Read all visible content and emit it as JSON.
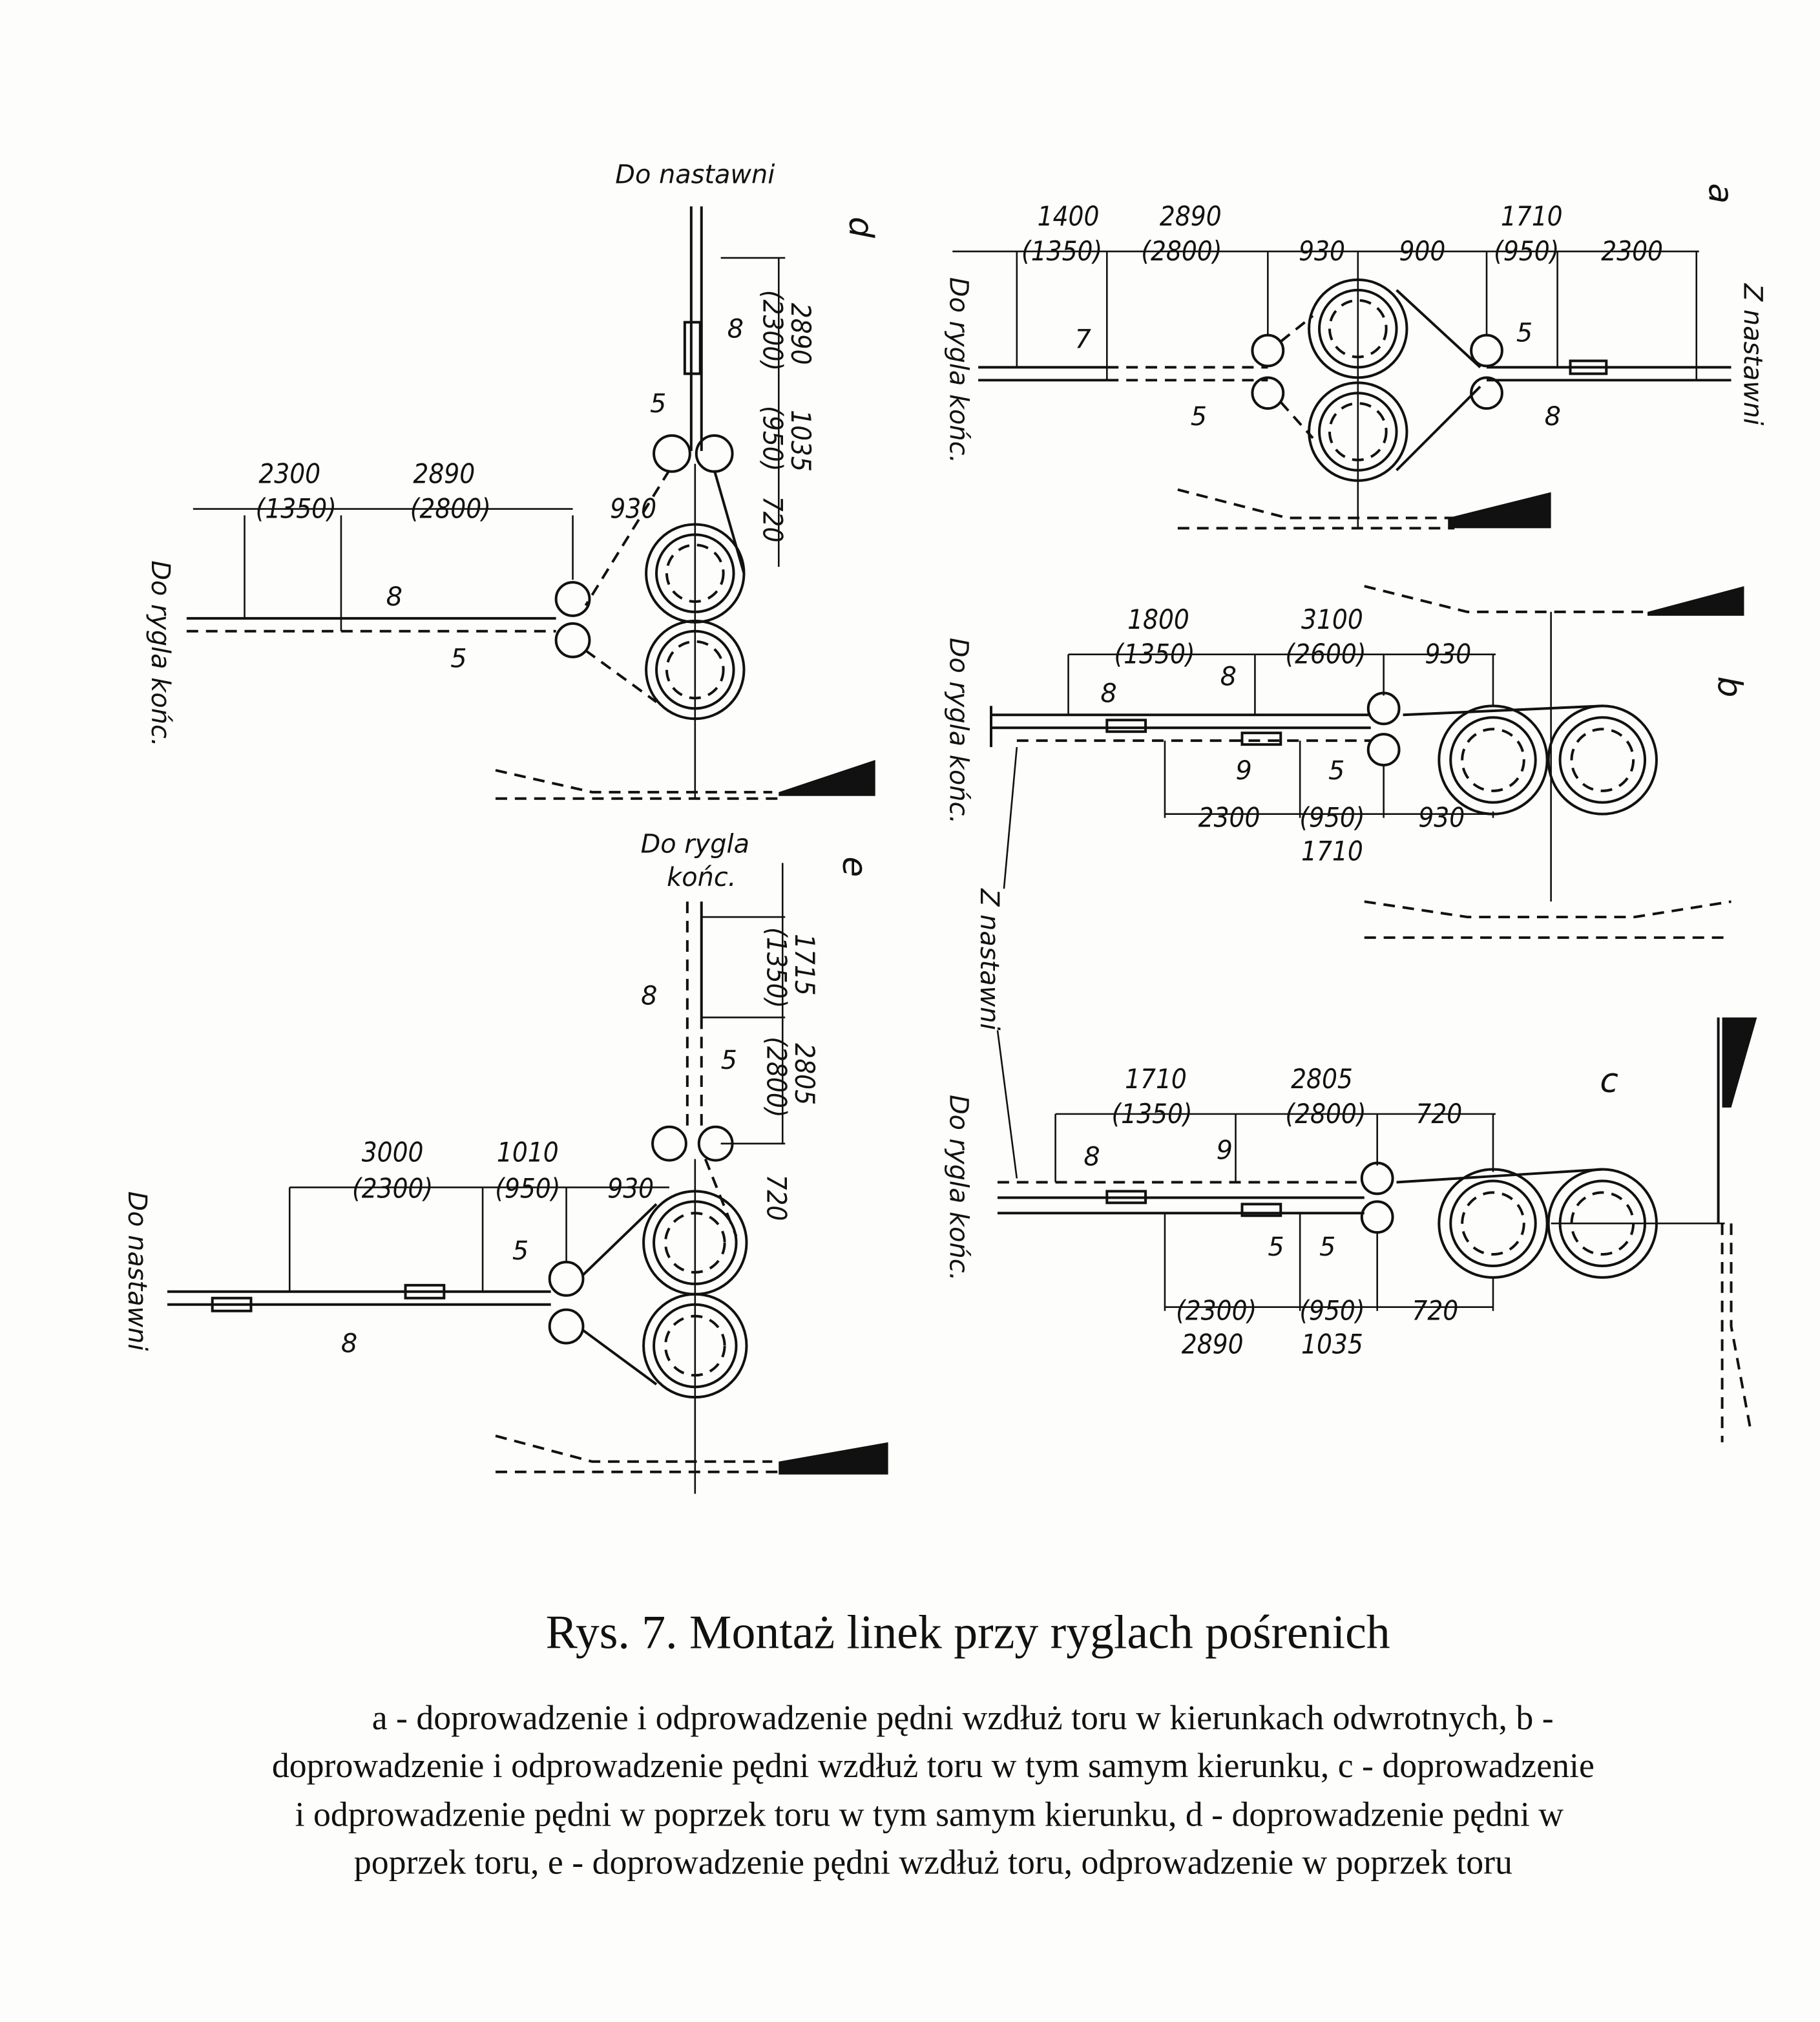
{
  "panels": {
    "d": {
      "letter": "d",
      "top_label": "Do nastawni",
      "side_label": "Do rygla końc.",
      "dims_vertical": [
        "2890",
        "(2300)",
        "1035",
        "(950)",
        "720"
      ],
      "dims_horizontal": [
        "2300",
        "(1350)",
        "2890",
        "(2800)",
        "930"
      ],
      "part_numbers": [
        "8",
        "5",
        "8",
        "5"
      ]
    },
    "a": {
      "letter": "a",
      "left_label": "Do rygla końc.",
      "right_label": "Z nastawni",
      "dims": [
        "1400",
        "(1350)",
        "2890",
        "(2800)",
        "930",
        "900",
        "1710",
        "(950)",
        "2300"
      ],
      "part_numbers": [
        "7",
        "5",
        "5",
        "8"
      ]
    },
    "b": {
      "letter": "b",
      "left_label": "Do rygla końc.",
      "dims_top": [
        "1800",
        "(1350)",
        "3100",
        "(2600)",
        "930"
      ],
      "dims_bottom": [
        "2300",
        "(950)",
        "1710",
        "930"
      ],
      "part_numbers": [
        "8",
        "8",
        "9",
        "5"
      ]
    },
    "middle_label": "Z nastawni",
    "c": {
      "letter": "c",
      "left_label": "Do rygla końc.",
      "dims_top": [
        "1710",
        "(1350)",
        "2805",
        "(2800)",
        "720"
      ],
      "dims_bottom": [
        "(2300)",
        "2890",
        "(950)",
        "1035",
        "720"
      ],
      "part_numbers": [
        "8",
        "9",
        "5",
        "5"
      ]
    },
    "e": {
      "letter": "e",
      "top_label_1": "Do rygla",
      "top_label_2": "końc.",
      "side_label": "Do nastawni",
      "dims_vertical": [
        "1715",
        "(1350)",
        "2805",
        "(2800)",
        "720"
      ],
      "dims_horizontal": [
        "3000",
        "(2300)",
        "1010",
        "(950)",
        "930"
      ],
      "part_numbers": [
        "8",
        "5",
        "5",
        "8"
      ]
    }
  },
  "caption": {
    "title": "Rys. 7. Montaż linek przy ryglach pośrenich",
    "lines": [
      "a - doprowadzenie i odprowadzenie pędni wzdłuż toru w kierunkach odwrotnych, b -",
      "doprowadzenie i odprowadzenie pędni wzdłuż toru w tym samym kierunku, c - doprowadzenie",
      "i odprowadzenie pędni w poprzek toru w tym samym kierunku, d - doprowadzenie pędni w",
      "poprzek toru, e - doprowadzenie pędni wzdłuż toru, odprowadzenie w poprzek toru"
    ]
  }
}
